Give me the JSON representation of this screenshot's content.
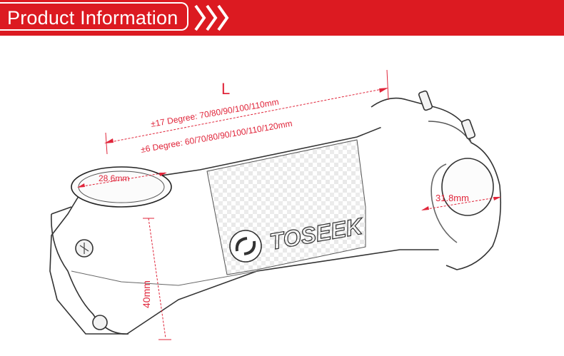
{
  "header": {
    "title": "Product Information",
    "background_color": "#dc1a21",
    "accent_color": "#ffffff",
    "chevron_count": 3
  },
  "dimensions": {
    "length_symbol": "L",
    "length_17deg": "±17 Degree:  70/80/90/100/110mm",
    "length_6deg": "±6 Degree:  60/70/80/90/100/110/120mm",
    "steerer_diameter": "28.6mm",
    "stack_height": "40mm",
    "clamp_diameter": "31.8mm",
    "dimension_color": "#e0253a"
  },
  "product": {
    "brand_text": "TOSEEK",
    "logo_icon": "toseek-s-logo-icon"
  }
}
